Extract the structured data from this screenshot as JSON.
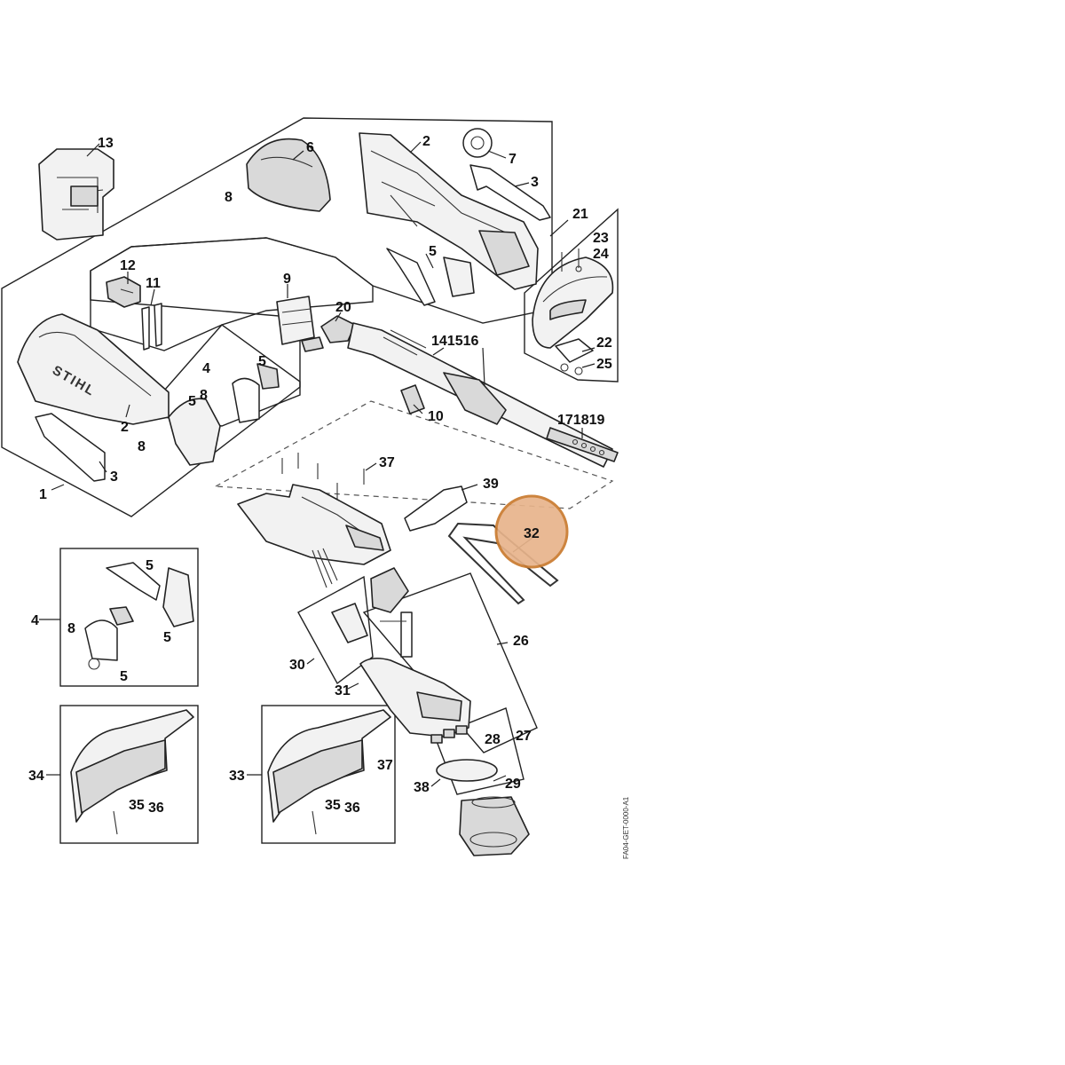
{
  "diagram": {
    "drawing_code": "FA04-GET-0000-A1",
    "logo_text": "STIHL",
    "highlight": {
      "label": "32",
      "color": "#e8b48b",
      "border_color": "#c97a2e"
    },
    "callouts": {
      "c13": "13",
      "c6": "6",
      "c2a": "2",
      "c7": "7",
      "c3a": "3",
      "c8a": "8",
      "c21": "21",
      "c23": "23",
      "c24": "24",
      "c5a": "5",
      "c12": "12",
      "c11": "11",
      "c9": "9",
      "c20": "20",
      "c141516": "141516",
      "c22": "22",
      "c25": "25",
      "c4a": "4",
      "c5b": "5",
      "c8b": "8",
      "c5c": "5",
      "c2b": "2",
      "c10": "10",
      "c171819": "171819",
      "c8c": "8",
      "c3b": "3",
      "c1": "1",
      "c37a": "37",
      "c39": "39",
      "c4b": "4",
      "c5d": "5",
      "c8d": "8",
      "c5e": "5",
      "c5f": "5",
      "c26": "26",
      "c30": "30",
      "c31": "31",
      "c28": "28",
      "c27": "27",
      "c34": "34",
      "c35a": "35",
      "c36a": "36",
      "c33": "33",
      "c37b": "37",
      "c35b": "35",
      "c36b": "36",
      "c38": "38",
      "c29": "29"
    }
  }
}
